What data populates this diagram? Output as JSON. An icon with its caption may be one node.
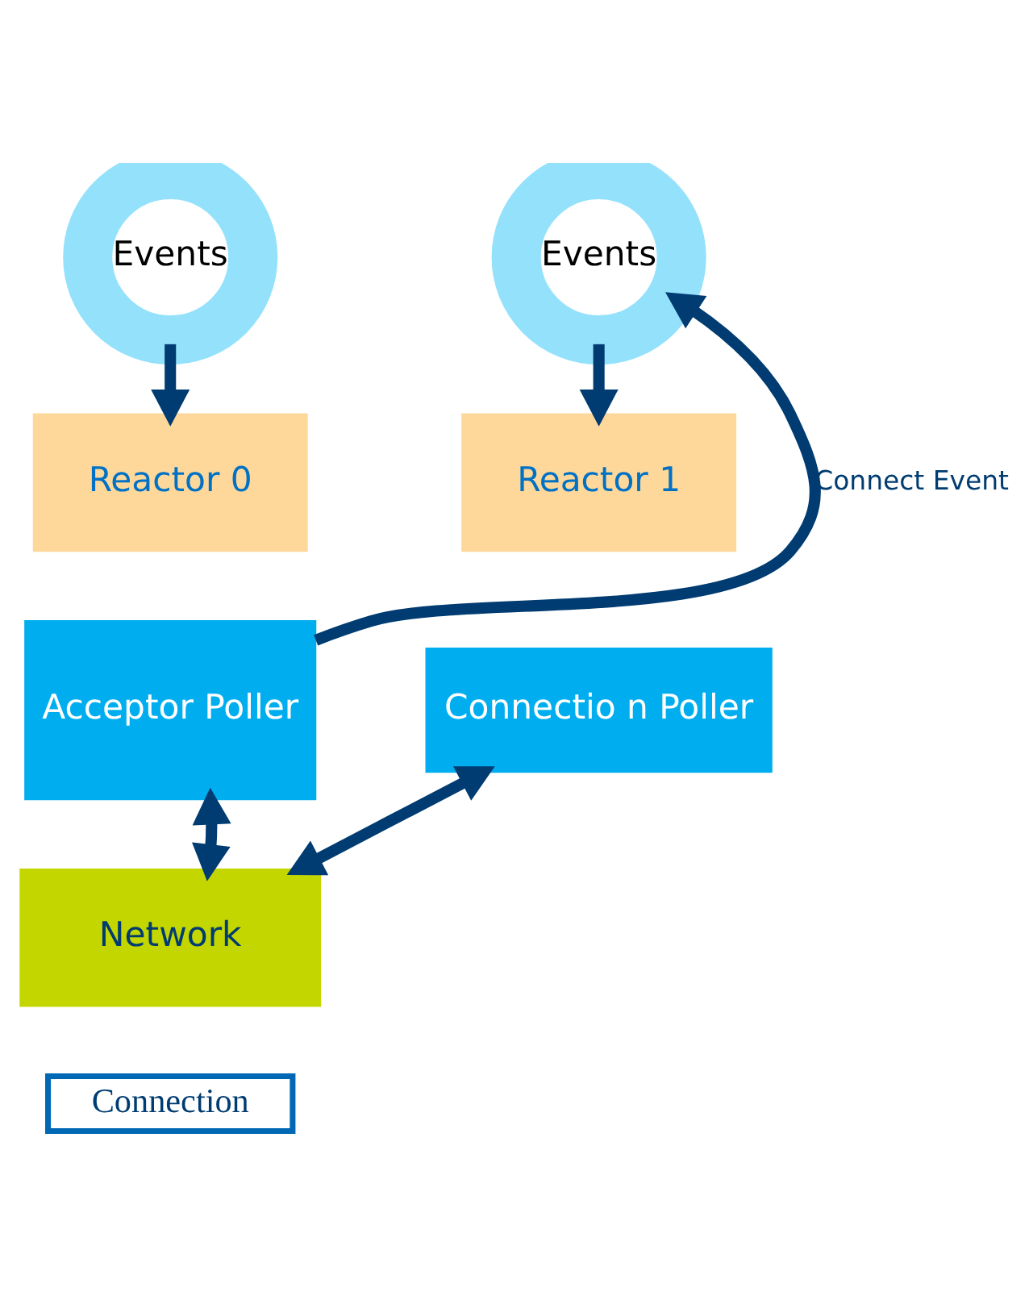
{
  "diagram": {
    "nodes": [
      {
        "text": [
          "Events"
        ]
      },
      {
        "text": [
          "Events"
        ]
      },
      {
        "text": [
          "Reactor 0"
        ]
      },
      {
        "text": [
          "Reactor 1"
        ]
      },
      {
        "text": [
          "Acceptor Poller"
        ]
      },
      {
        "text": [
          "Connectio n Poller"
        ]
      },
      {
        "text": [
          "Network"
        ]
      },
      {
        "text": [
          "Connection"
        ]
      }
    ],
    "edges": [
      {
        "from": 0,
        "to": 2,
        "arrow": "to"
      },
      {
        "from": 1,
        "to": 3,
        "arrow": "to"
      },
      {
        "from": 4,
        "to": 1,
        "arrow": "to",
        "label": "Connect Event"
      },
      {
        "from": 4,
        "to": 6,
        "arrow": "both"
      },
      {
        "from": 5,
        "to": 6,
        "arrow": "both"
      }
    ]
  }
}
